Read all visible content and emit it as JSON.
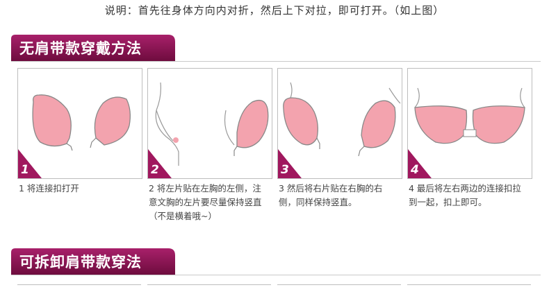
{
  "top_note": "说明：首先往身体方向内对折，然后上下对拉，即可打开。（如上图）",
  "section1": {
    "title": "无肩带款穿戴方法"
  },
  "section2": {
    "title": "可拆卸肩带款穿法"
  },
  "steps": [
    {
      "num": "1",
      "caption": "1 将连接扣打开"
    },
    {
      "num": "2",
      "caption": "2 将左片贴在左胸的左侧，注意文胸的左片要尽量保持竖直（不是横着哦~）"
    },
    {
      "num": "3",
      "caption": "3 然后将右片贴在右胸的右侧，同样保持竖直。"
    },
    {
      "num": "4",
      "caption": "4 最后将左右两边的连接扣拉到一起，扣上即可。"
    }
  ],
  "colors": {
    "banner": "#8b1452",
    "cup": "#f3a3ae",
    "accent": "#a0185e"
  }
}
